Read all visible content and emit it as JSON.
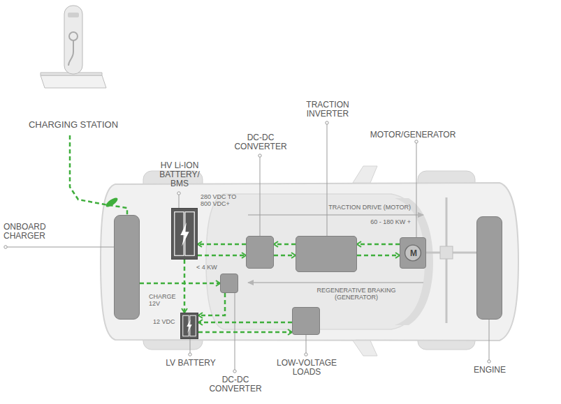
{
  "diagram": {
    "nodes": [
      {
        "text": [
          "CHARGING STATION"
        ]
      },
      {
        "text": [
          "HV Li-ION BATTERY/ BMS"
        ]
      },
      {
        "text": [
          "DC-DC CONVERTER"
        ]
      },
      {
        "text": [
          "TRACTION INVERTER"
        ]
      },
      {
        "text": [
          "MOTOR/GENERATOR",
          "M"
        ]
      },
      {
        "text": [
          "ONBOARD CHARGER"
        ]
      },
      {
        "text": [
          "LV BATTERY"
        ]
      },
      {
        "text": [
          "DC-DC CONVERTER"
        ]
      },
      {
        "text": [
          "LOW-VOLTAGE LOADS"
        ]
      },
      {
        "text": [
          "ENGINE"
        ]
      }
    ],
    "edges": [
      {
        "from": 0,
        "to": 5,
        "arrow": "none"
      },
      {
        "from": 2,
        "to": 1,
        "arrow": "to"
      },
      {
        "from": 1,
        "to": 2,
        "arrow": "to"
      },
      {
        "from": 3,
        "to": 2,
        "arrow": "to"
      },
      {
        "from": 2,
        "to": 3,
        "arrow": "to"
      },
      {
        "from": 4,
        "to": 3,
        "arrow": "to"
      },
      {
        "from": 3,
        "to": 4,
        "arrow": "to"
      },
      {
        "from": 5,
        "to": 7,
        "arrow": "to"
      },
      {
        "from": 1,
        "to": 6,
        "arrow": "to"
      },
      {
        "from": 7,
        "to": 6,
        "arrow": "to"
      },
      {
        "from": 8,
        "to": 6,
        "arrow": "to"
      },
      {
        "from": 6,
        "to": 8,
        "arrow": "to"
      }
    ],
    "labels": [
      "280 VDC TO 800 VDC+",
      "TRACTION DRIVE (MOTOR)",
      "60 - 180 KW +",
      "< 4 KW",
      "REGENERATIVE BRAKING (GENERATOR)",
      "CHARGE 12V",
      "12 VDC"
    ]
  }
}
